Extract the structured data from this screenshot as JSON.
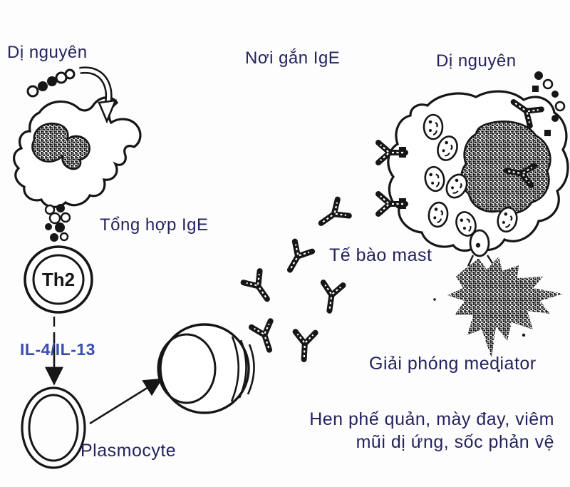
{
  "title": "IgE-mediated allergy mechanism diagram",
  "labels": {
    "allergen_left": "Dị nguyên",
    "ige_binding_site": "Nơi gắn IgE",
    "allergen_right": "Dị nguyên",
    "ige_synthesis": "Tổng hợp IgE",
    "th2": "Th2",
    "il4_il13": "IL-4/IL-13",
    "plasmocyte": "Plasmocyte",
    "mast_cell": "Tế bào mast",
    "mediator_release": "Giải phóng mediator",
    "outcomes_line1": "Hen  phế quản,   mày đay, viêm",
    "outcomes_line2": "mũi dị ứng,  sốc phản  vệ"
  },
  "icons": {
    "ige_antibody": "y-antibody-icon",
    "antigen_chain": "bead-chain-icon",
    "uptake_arrow": "curved-arrow-icon",
    "mediator_burst": "splatter-icon"
  },
  "colors": {
    "ink": "#161616",
    "label_text": "#23235e",
    "interleukin_text": "#3a4eae",
    "background": "#fdfdfd"
  }
}
